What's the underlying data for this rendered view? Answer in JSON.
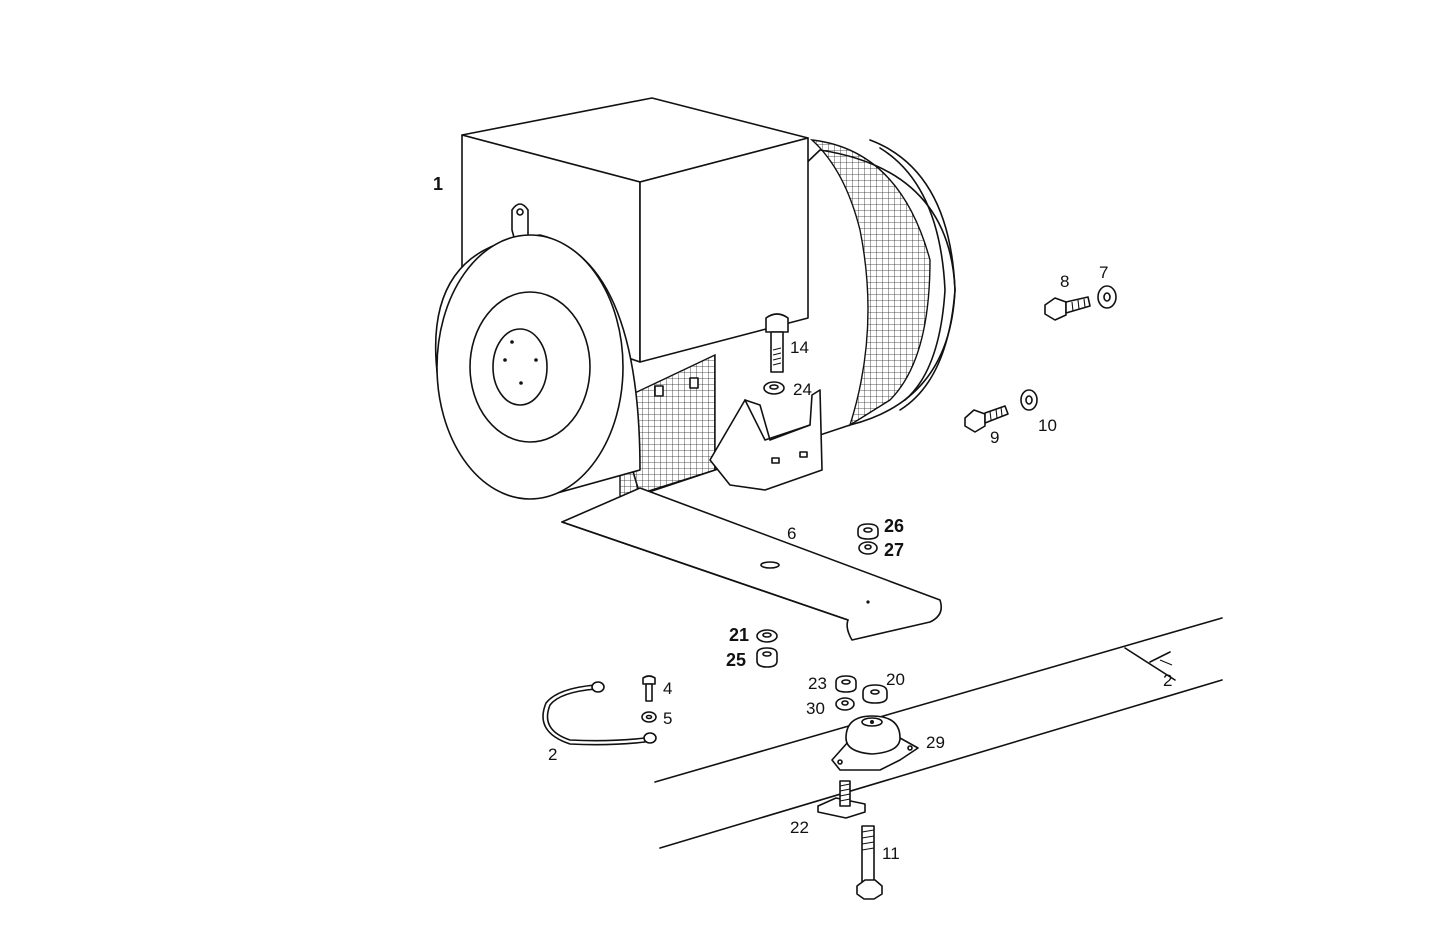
{
  "diagram": {
    "labels": {
      "p1": "1",
      "p2": "2",
      "p4": "4",
      "p5": "5",
      "p6": "6",
      "p7": "7",
      "p8": "8",
      "p9": "9",
      "p10": "10",
      "p11": "11",
      "p14": "14",
      "p20": "20",
      "p21": "21",
      "p22": "22",
      "p23": "23",
      "p24": "24",
      "p25": "25",
      "p26": "26",
      "p27": "27",
      "p29": "29",
      "p30": "30",
      "frame_mark": "2"
    }
  }
}
